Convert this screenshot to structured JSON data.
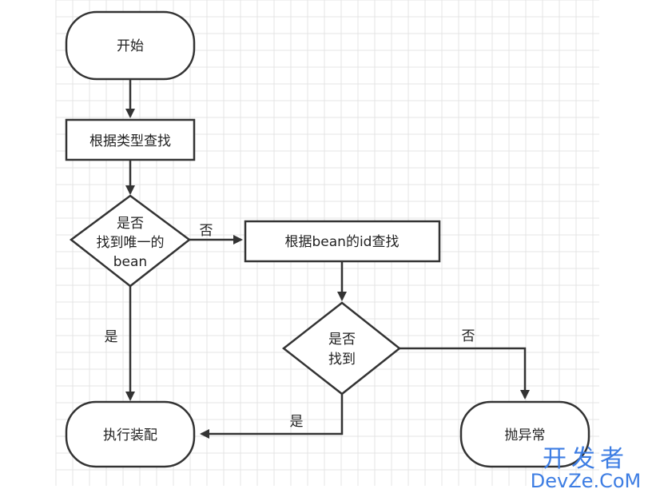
{
  "colors": {
    "stroke": "#333333",
    "grid": "#e4e4e4",
    "text": "#222222",
    "watermark": "#3d7de3"
  },
  "nodes": {
    "start": {
      "label": "开始"
    },
    "find_by_type": {
      "label": "根据类型查找"
    },
    "decision_unique": {
      "lines": [
        "是否",
        "找到唯一的",
        "bean"
      ]
    },
    "find_by_id": {
      "label": "根据bean的id查找"
    },
    "decision_found": {
      "lines": [
        "是否",
        "找到"
      ]
    },
    "assemble": {
      "label": "执行装配"
    },
    "throw_exception": {
      "label": "抛异常"
    }
  },
  "edges": {
    "unique_no": "否",
    "unique_yes": "是",
    "found_yes": "是",
    "found_no": "否"
  },
  "watermark": {
    "top": "开发者",
    "bottom": "DevZe.CoM"
  }
}
